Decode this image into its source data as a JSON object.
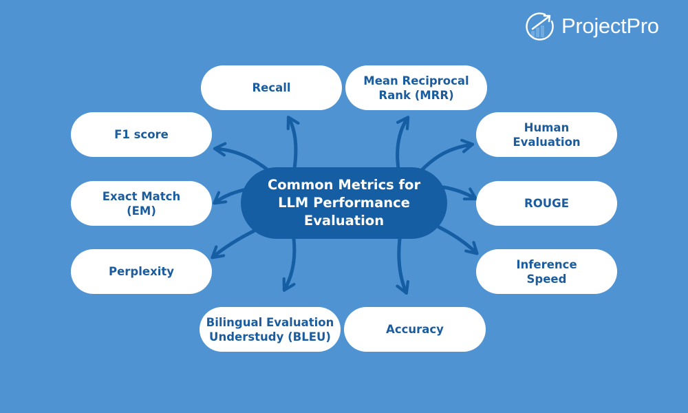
{
  "brand": {
    "logo_icon": "growth-chart-circle-icon",
    "name": "ProjectPro"
  },
  "colors": {
    "background": "#4f93d3",
    "center_node": "#155ea3",
    "node_fill": "#ffffff",
    "node_text": "#1a5c9e",
    "arrow": "#155ea3"
  },
  "diagram": {
    "center": {
      "label": "Common Metrics for\nLLM Performance\nEvaluation"
    },
    "nodes": [
      {
        "id": "recall",
        "label": "Recall"
      },
      {
        "id": "mrr",
        "label": "Mean Reciprocal\nRank (MRR)"
      },
      {
        "id": "f1",
        "label": "F1 score"
      },
      {
        "id": "human-eval",
        "label": "Human\nEvaluation"
      },
      {
        "id": "exact-match",
        "label": "Exact Match\n(EM)"
      },
      {
        "id": "rouge",
        "label": "ROUGE"
      },
      {
        "id": "perplexity",
        "label": "Perplexity"
      },
      {
        "id": "inference-speed",
        "label": "Inference\nSpeed"
      },
      {
        "id": "bleu",
        "label": "Bilingual Evaluation\nUnderstudy (BLEU)"
      },
      {
        "id": "accuracy",
        "label": "Accuracy"
      }
    ],
    "edges": [
      {
        "from": "center",
        "to": "recall"
      },
      {
        "from": "center",
        "to": "mrr"
      },
      {
        "from": "center",
        "to": "f1"
      },
      {
        "from": "center",
        "to": "human-eval"
      },
      {
        "from": "center",
        "to": "exact-match"
      },
      {
        "from": "center",
        "to": "rouge"
      },
      {
        "from": "center",
        "to": "perplexity"
      },
      {
        "from": "center",
        "to": "inference-speed"
      },
      {
        "from": "center",
        "to": "bleu"
      },
      {
        "from": "center",
        "to": "accuracy"
      }
    ]
  }
}
